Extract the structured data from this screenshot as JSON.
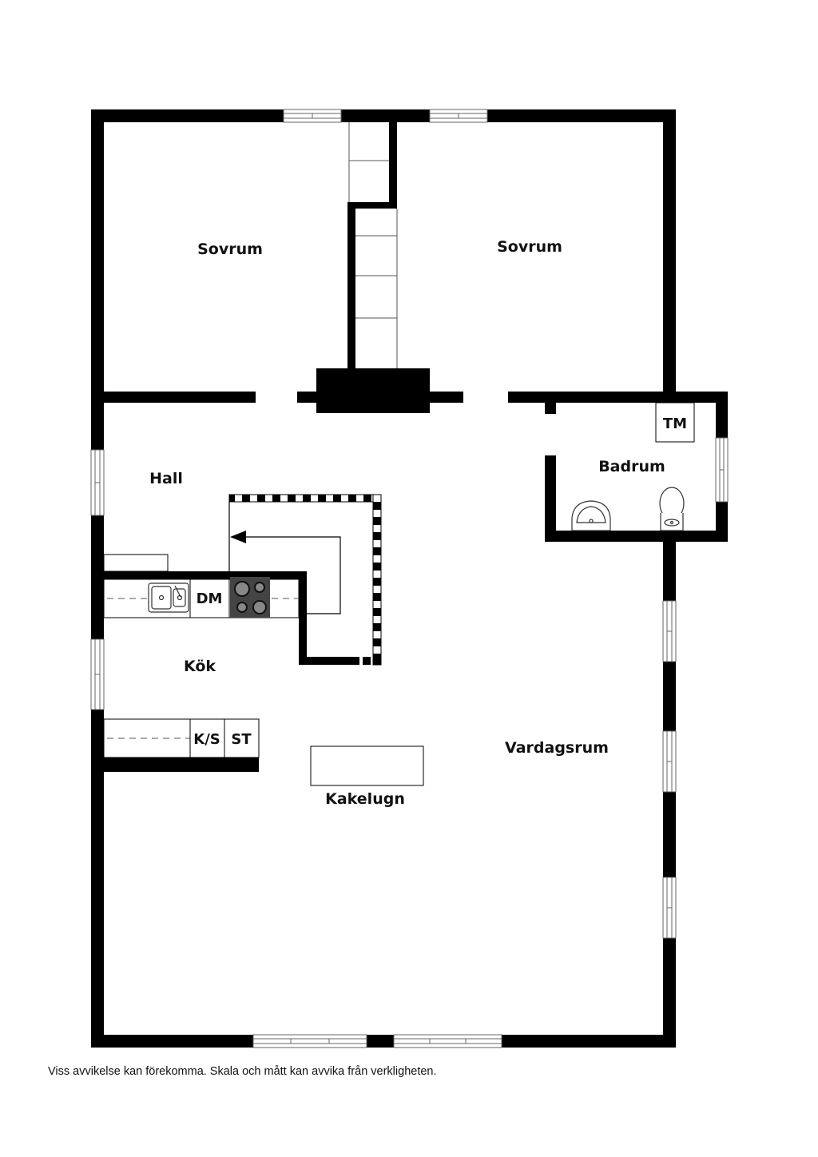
{
  "rooms": {
    "sovrum_left": "Sovrum",
    "sovrum_right": "Sovrum",
    "hall": "Hall",
    "badrum": "Badrum",
    "kok": "Kök",
    "vardagsrum": "Vardagsrum",
    "kakelugn": "Kakelugn"
  },
  "fixtures": {
    "tm": "TM",
    "dm": "DM",
    "ks": "K/S",
    "st": "ST"
  },
  "disclaimer": "Viss avvikelse kan förekomma. Skala och mått kan avvika från verkligheten.",
  "colors": {
    "wall": "#000000",
    "background": "#ffffff",
    "window_line": "#777777"
  }
}
